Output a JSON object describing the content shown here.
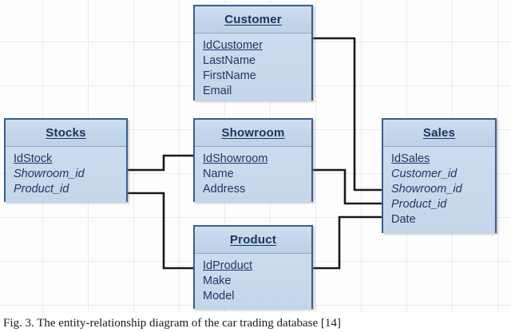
{
  "figure": {
    "caption": "Fig.  3.     The entity-relationship diagram of the car trading database [14]",
    "background": "#fdfdfd",
    "grid_color": "#c8cdd4",
    "entity_border_color": "#3a5e8c",
    "entity_fill_color": "#c6d9ef",
    "entity_header_color": "#cddeef",
    "text_color": "#1f3864",
    "connector_color": "#1a1a1a"
  },
  "entities": [
    {
      "id": "customer",
      "title": "Customer",
      "attributes": [
        {
          "name": "IdCustomer",
          "kind": "pk"
        },
        {
          "name": "LastName",
          "kind": "plain"
        },
        {
          "name": "FirstName",
          "kind": "plain"
        },
        {
          "name": "Email",
          "kind": "plain"
        }
      ]
    },
    {
      "id": "stocks",
      "title": "Stocks",
      "attributes": [
        {
          "name": "IdStock",
          "kind": "pk"
        },
        {
          "name": "Showroom_id",
          "kind": "fk"
        },
        {
          "name": "Product_id",
          "kind": "fk"
        }
      ]
    },
    {
      "id": "showroom",
      "title": "Showroom",
      "attributes": [
        {
          "name": "IdShowroom",
          "kind": "pk"
        },
        {
          "name": "Name",
          "kind": "plain"
        },
        {
          "name": "Address",
          "kind": "plain"
        }
      ]
    },
    {
      "id": "sales",
      "title": "Sales",
      "attributes": [
        {
          "name": "IdSales",
          "kind": "pk"
        },
        {
          "name": "Customer_id",
          "kind": "fk"
        },
        {
          "name": "Showroom_id",
          "kind": "fk"
        },
        {
          "name": "Product_id",
          "kind": "fk"
        },
        {
          "name": "Date",
          "kind": "plain"
        }
      ]
    },
    {
      "id": "product",
      "title": "Product",
      "attributes": [
        {
          "name": "IdProduct",
          "kind": "pk"
        },
        {
          "name": "Make",
          "kind": "plain"
        },
        {
          "name": "Model",
          "kind": "plain"
        }
      ]
    }
  ],
  "relationships": [
    {
      "from": "customer",
      "to": "sales",
      "label": ""
    },
    {
      "from": "stocks",
      "to": "showroom",
      "label": ""
    },
    {
      "from": "stocks",
      "to": "product",
      "label": ""
    },
    {
      "from": "showroom",
      "to": "sales",
      "label": ""
    },
    {
      "from": "product",
      "to": "sales",
      "label": ""
    }
  ]
}
